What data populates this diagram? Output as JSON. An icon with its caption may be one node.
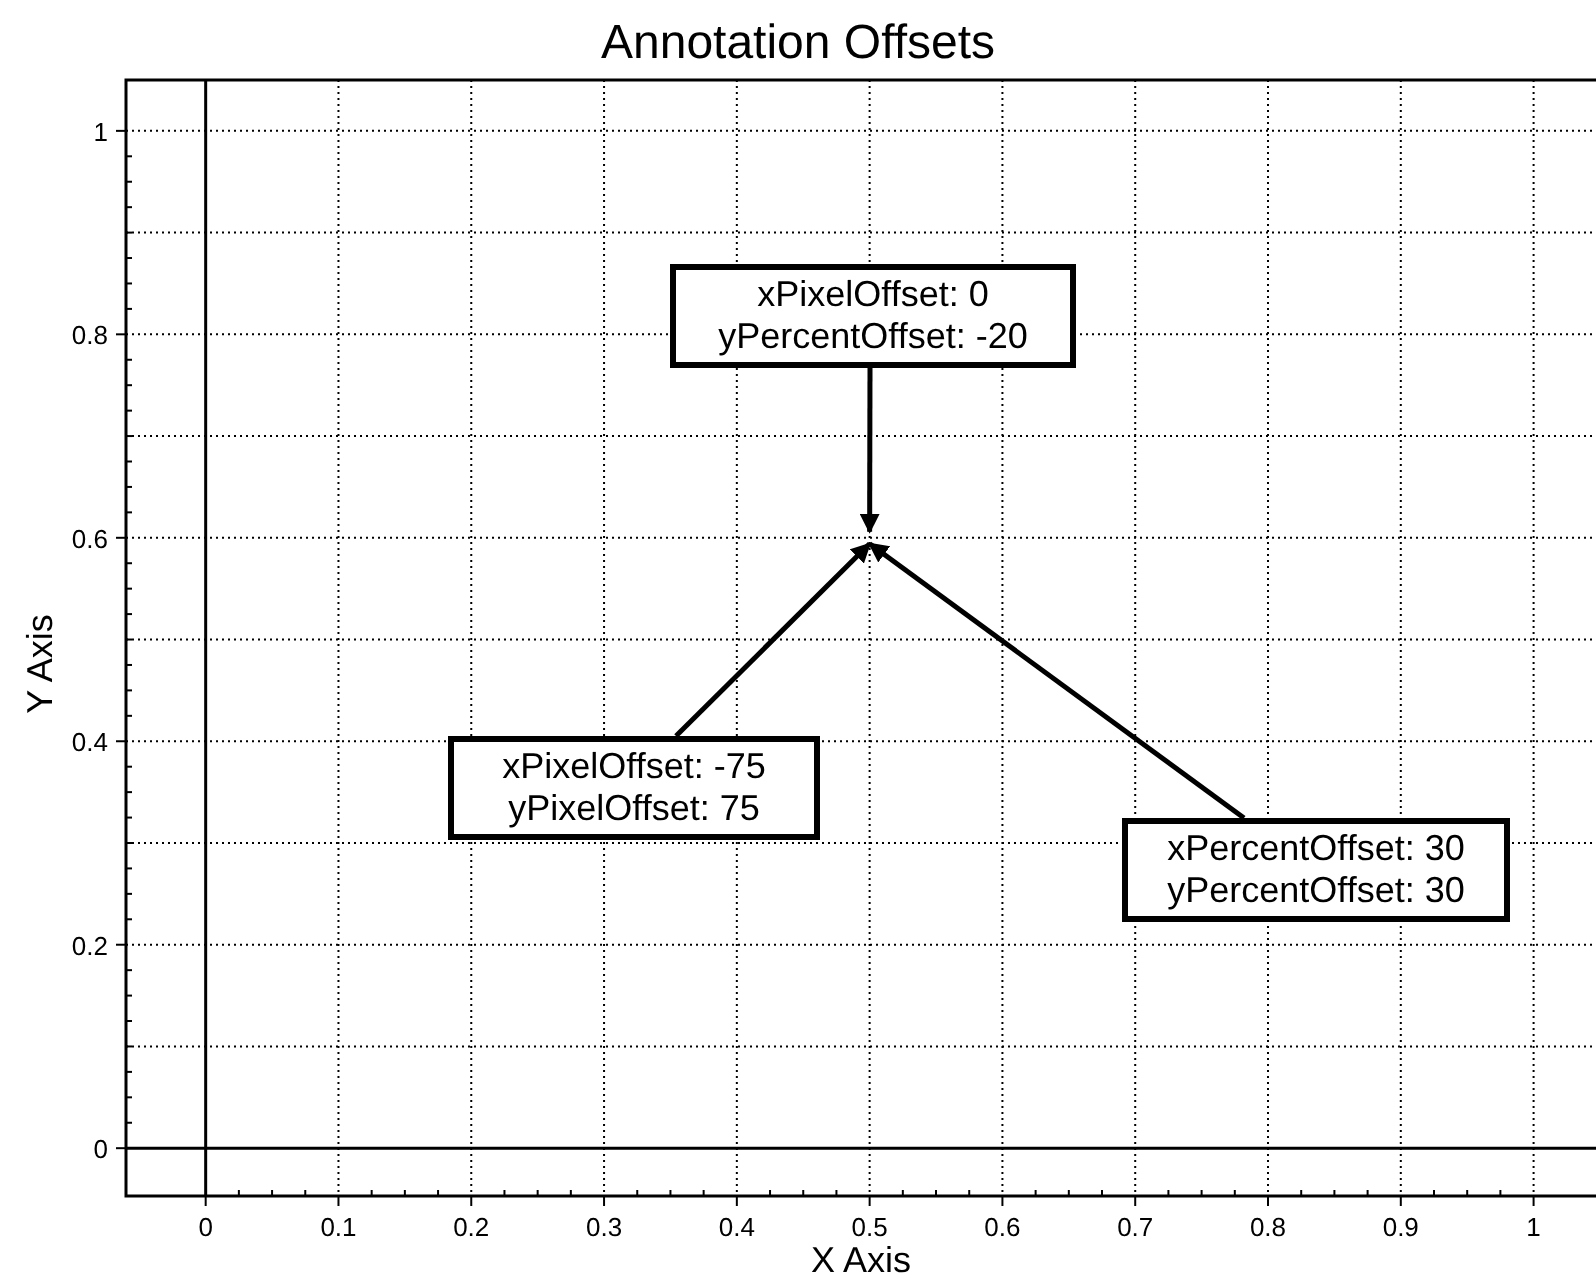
{
  "diagram": {
    "nodes": [
      {
        "text": [
          "xPixelOffset: 0",
          "yPercentOffset: -20"
        ]
      },
      {
        "text": [
          "xPixelOffset: -75",
          "yPixelOffset: 75"
        ]
      },
      {
        "text": [
          "xPercentOffset: 30",
          "yPercentOffset: 30"
        ]
      }
    ],
    "edges": [
      {
        "from": 0,
        "to": null,
        "arrow": "to"
      },
      {
        "from": 1,
        "to": null,
        "arrow": "to"
      },
      {
        "from": 2,
        "to": null,
        "arrow": "to"
      }
    ],
    "chart_data": {
      "type": "scatter",
      "grid": true,
      "title": "Annotation Offsets",
      "xlabel": "X Axis",
      "ylabel": "Y Axis",
      "xlim": [
        -0.06,
        1.047
      ],
      "ylim": [
        -0.047,
        1.05
      ],
      "xticks": [
        0,
        0.1,
        0.2,
        0.3,
        0.4,
        0.5,
        0.6,
        0.7,
        0.8,
        0.9,
        1
      ],
      "yticks": [
        0,
        0.2,
        0.4,
        0.6,
        0.8,
        1
      ]
    }
  }
}
